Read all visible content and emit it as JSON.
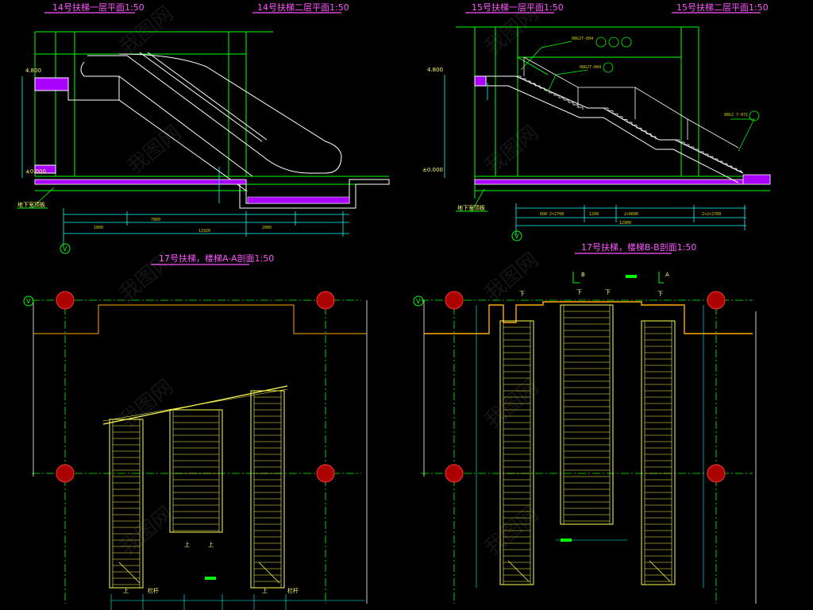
{
  "sheet": {
    "background": "#000000",
    "colors": {
      "title": "#ff55ff",
      "structure": "#00ff00",
      "outline": "#ffffff",
      "slab_fill": "#aa00ff",
      "escalator": "#ffff55",
      "axis_bubble": "#ff2222",
      "dimension": "#00ffff",
      "roof": "#ffaa00"
    }
  },
  "titles": {
    "esc14_plan1": "14号扶梯一层平面1:50",
    "esc14_plan2": "14号扶梯二层平面1:50",
    "esc15_plan1": "15号扶梯一层平面1:50",
    "esc15_plan2": "15号扶梯二层平面1:50",
    "esc17_section_aa": "17号扶梯，楼梯A-A剖面1:50",
    "esc17_section_bb": "17号扶梯，楼梯B-B剖面1:50"
  },
  "labels": {
    "basement_floor_left": "地下室顶板",
    "basement_floor_right": "地下室顶板",
    "axis_v": "V",
    "section_b": "B",
    "section_a": "A",
    "down_1": "下",
    "down_2": "下",
    "down_3": "下",
    "down_4": "下",
    "up_1": "上",
    "up_2": "上",
    "up_3": "上",
    "up_4": "上",
    "note_left": "栏杆",
    "note_right": "栏杆"
  },
  "watermark": {
    "text": "我图网"
  },
  "elevations": {
    "left_top": "4.800",
    "left_bottom": "±0.000",
    "right_top": "4.800",
    "right_bottom": "±0.000"
  }
}
